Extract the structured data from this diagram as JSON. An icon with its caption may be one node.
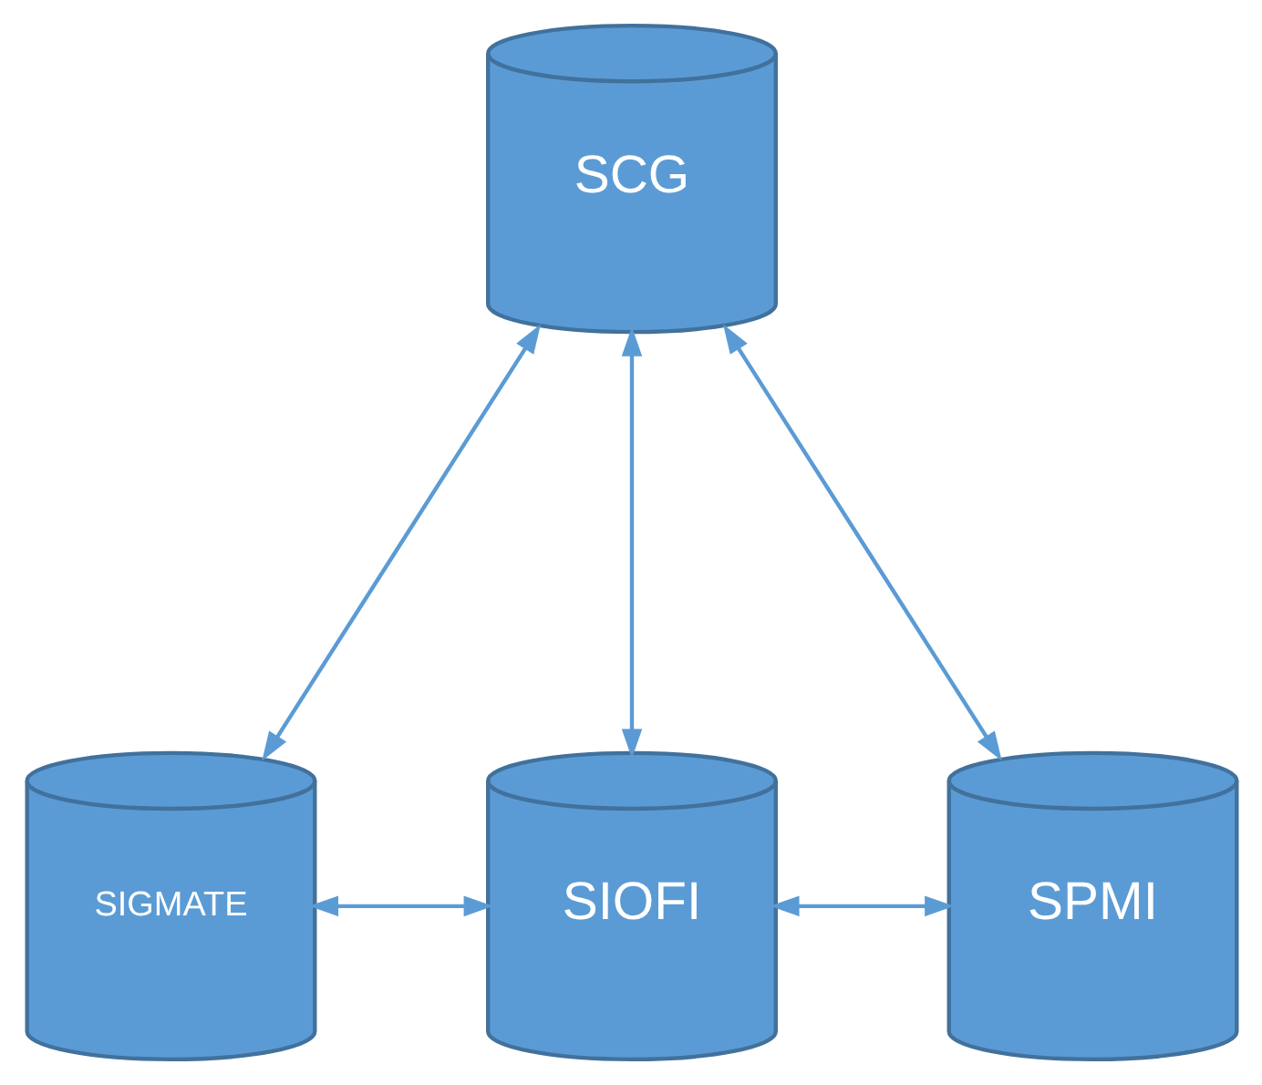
{
  "diagram": {
    "nodes": [
      {
        "text": [
          "SCG"
        ]
      },
      {
        "text": [
          "SIGMATE"
        ]
      },
      {
        "text": [
          "SIOFI"
        ]
      },
      {
        "text": [
          "SPMI"
        ]
      }
    ],
    "edges": [
      {
        "from": 0,
        "to": 1,
        "arrow": "both"
      },
      {
        "from": 0,
        "to": 2,
        "arrow": "both"
      },
      {
        "from": 0,
        "to": 3,
        "arrow": "both"
      },
      {
        "from": 1,
        "to": 2,
        "arrow": "both"
      },
      {
        "from": 2,
        "to": 3,
        "arrow": "both"
      }
    ]
  }
}
